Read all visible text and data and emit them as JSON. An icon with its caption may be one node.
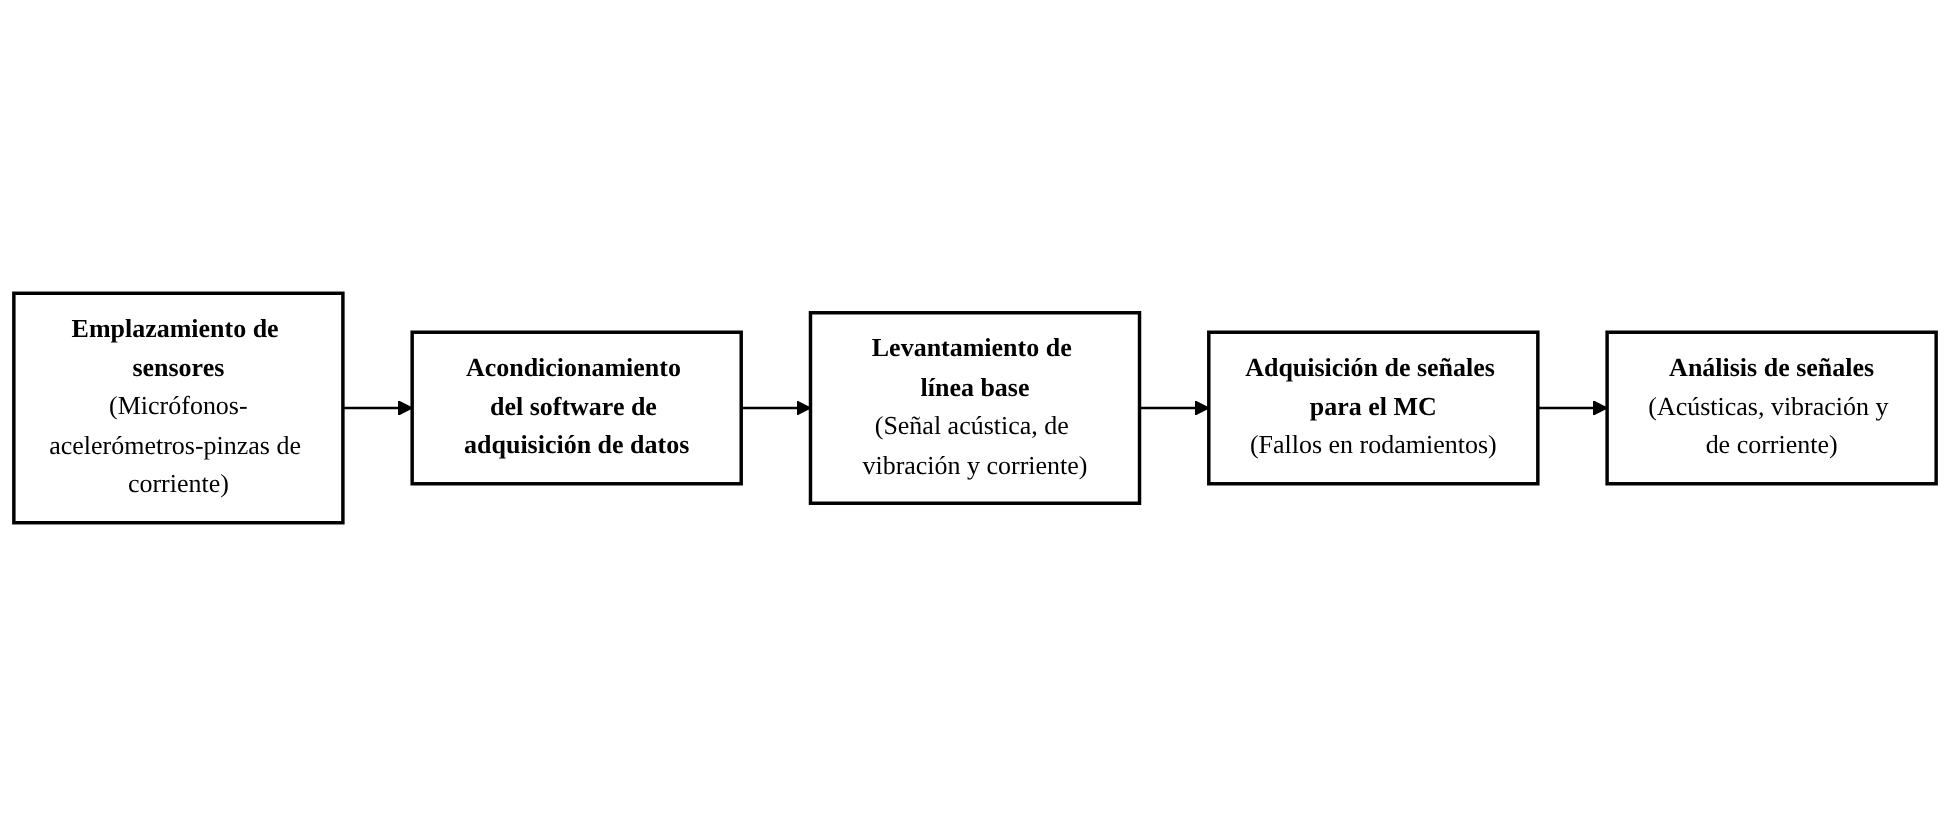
{
  "diagram": {
    "nodes": [
      {
        "text": [
          "Emplazamiento de sensores",
          "(Micrófonos-acelerómetros-pinzas de corriente)"
        ]
      },
      {
        "text": [
          "Acondicionamiento del software de adquisición de datos"
        ]
      },
      {
        "text": [
          "Levantamiento de línea base",
          "(Señal acústica, de vibración y corriente)"
        ]
      },
      {
        "text": [
          "Adquisición de señales para el MC",
          "(Fallos en rodamientos)"
        ]
      },
      {
        "text": [
          "Análisis de señales",
          "(Acústicas, vibración y de corriente)"
        ]
      }
    ],
    "edges": [
      {
        "from": 0,
        "to": 1,
        "arrow": "to"
      },
      {
        "from": 1,
        "to": 2,
        "arrow": "to"
      },
      {
        "from": 2,
        "to": 3,
        "arrow": "to"
      },
      {
        "from": 3,
        "to": 4,
        "arrow": "to"
      }
    ]
  }
}
